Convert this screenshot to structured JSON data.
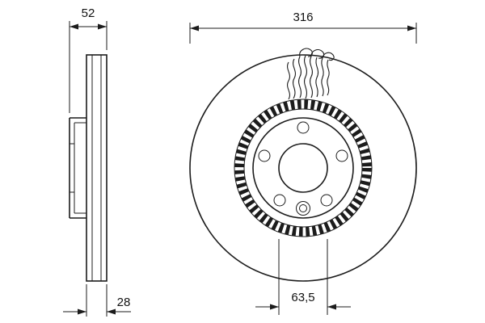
{
  "colors": {
    "background": "#ffffff",
    "line": "#1c1c1c"
  },
  "dimensions": {
    "total_width": "52",
    "friction_ring_width": "28",
    "outer_diameter": "316",
    "center_bore": "63,5"
  }
}
